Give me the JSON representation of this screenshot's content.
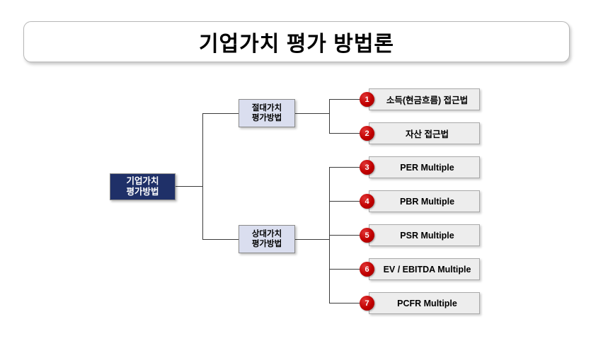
{
  "header": {
    "title": "기업가치 평가 방법론"
  },
  "diagram": {
    "type": "tree",
    "root": {
      "line1": "기업가치",
      "line2": "평가방법"
    },
    "branches": [
      {
        "id": "absolute",
        "line1": "절대가치",
        "line2": "평가방법"
      },
      {
        "id": "relative",
        "line1": "상대가치",
        "line2": "평가방법"
      }
    ],
    "leaves": [
      {
        "number": "1",
        "label": "소득(현금흐름) 접근법",
        "branch": "absolute"
      },
      {
        "number": "2",
        "label": "자산 접근법",
        "branch": "absolute"
      },
      {
        "number": "3",
        "label": "PER Multiple",
        "branch": "relative"
      },
      {
        "number": "4",
        "label": "PBR Multiple",
        "branch": "relative"
      },
      {
        "number": "5",
        "label": "PSR Multiple",
        "branch": "relative"
      },
      {
        "number": "6",
        "label": "EV / EBITDA Multiple",
        "branch": "relative"
      },
      {
        "number": "7",
        "label": "PCFR Multiple",
        "branch": "relative"
      }
    ]
  },
  "colors": {
    "root_fill": "#1F3068",
    "branch_fill": "#DADEEF",
    "leaf_fill": "#EDEDED",
    "badge_fill": "#C00000",
    "connector": "#3B3B3B",
    "banner_border": "#B7B7B7"
  }
}
